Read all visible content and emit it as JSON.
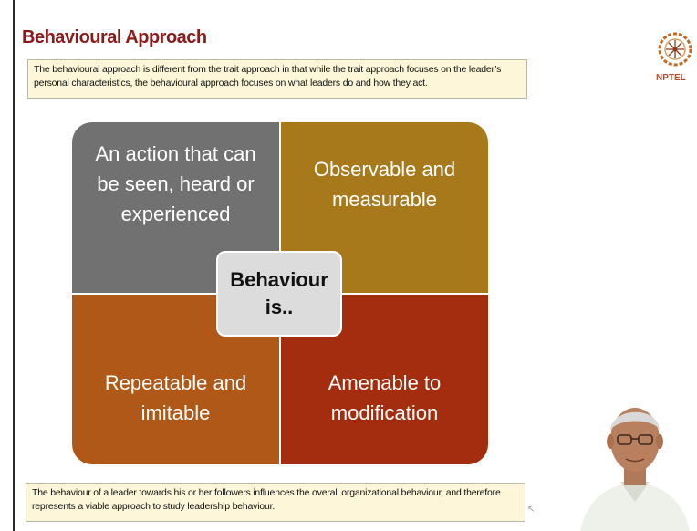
{
  "slide": {
    "title": "Behavioural Approach",
    "intro_text": "The behavioural approach is different from the trait approach in that while the trait approach focuses on the leader’s personal characteristics, the behavioural approach focuses on what leaders do and how they act.",
    "closing_text": "The behaviour of a leader towards his or her followers influences the overall organizational behaviour, and therefore represents a viable approach to study leadership behaviour."
  },
  "diagram": {
    "center_line1": "Behaviour",
    "center_line2": "is..",
    "quadrants": {
      "top_left": "An action that can be seen, heard or experienced",
      "top_right": "Observable and measurable",
      "bottom_left": "Repeatable and imitable",
      "bottom_right": "Amenable to modification"
    },
    "colors": {
      "top_left": "#717171",
      "top_right": "#a8791a",
      "bottom_left": "#b05818",
      "bottom_right": "#a32d0e",
      "center": "#dcdcdc"
    }
  },
  "branding": {
    "logo_label": "NPTEL",
    "logo_icon": "nptel-logo-icon"
  },
  "colors": {
    "title": "#8b1a1a",
    "textbox_bg": "#fdf6d8"
  }
}
